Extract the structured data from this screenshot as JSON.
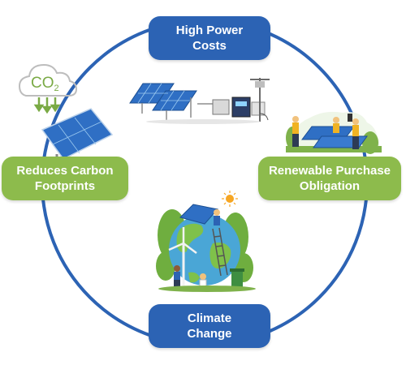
{
  "nodes": {
    "top": "High Power\nCosts",
    "right": "Renewable Purchase\nObligation",
    "bottom": "Climate\nChange",
    "left": "Reduces Carbon\nFootprints"
  },
  "co2": {
    "main": "CO",
    "sub": "2"
  },
  "colors": {
    "ring": "#2c63b4",
    "blue_box": "#2c63b4",
    "green_box": "#8dbb4c",
    "panel_blue": "#2f6fc4",
    "leaf_green": "#6fae3f",
    "earth_blue": "#4aa6d6"
  },
  "icons": {
    "top_right_panels": "solar-panels-meter-icon",
    "right_workers": "workers-installing-panels-icon",
    "bottom_earth": "earth-with-solar-and-wind-icon",
    "left_co2": "co2-cloud-solar-panel-icon"
  }
}
